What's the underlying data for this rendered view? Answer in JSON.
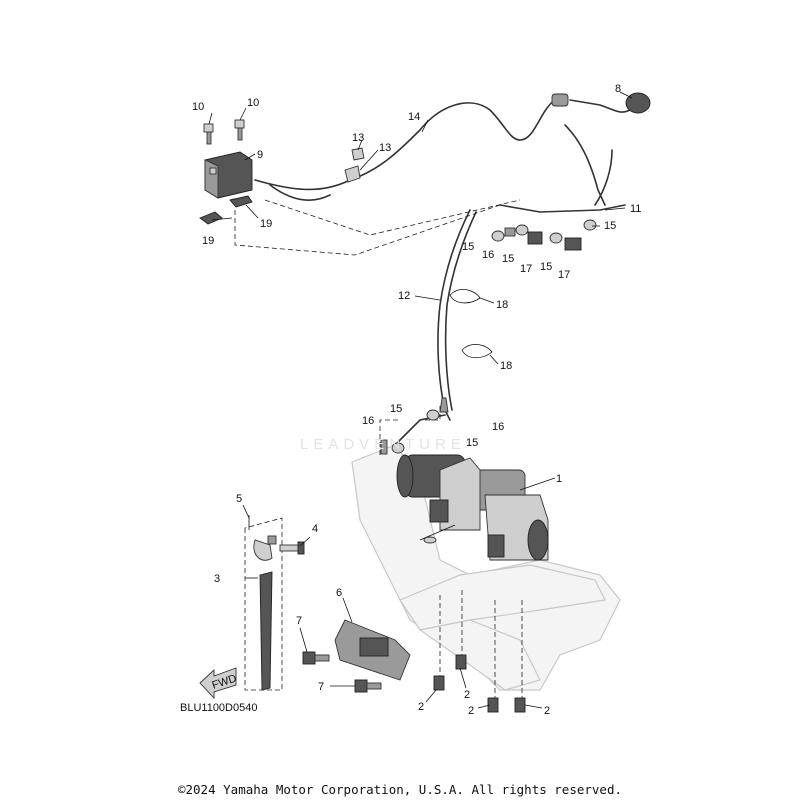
{
  "diagram_code": "BLU1100D0540",
  "copyright": "©2024 Yamaha Motor Corporation, U.S.A. All rights reserved.",
  "watermark": "LEADVENTURE",
  "fwd_label": "FWD",
  "callouts": {
    "c1": "1",
    "c2a": "2",
    "c2b": "2",
    "c2c": "2",
    "c2d": "2",
    "c3": "3",
    "c4": "4",
    "c5": "5",
    "c6": "6",
    "c7a": "7",
    "c7b": "7",
    "c8": "8",
    "c9": "9",
    "c10a": "10",
    "c10b": "10",
    "c11": "11",
    "c12": "12",
    "c13a": "13",
    "c13b": "13",
    "c14": "14",
    "c15a": "15",
    "c15b": "15",
    "c15c": "15",
    "c15d": "15",
    "c15e": "15",
    "c15f": "15",
    "c16a": "16",
    "c16b": "16",
    "c16c": "16",
    "c17a": "17",
    "c17b": "17",
    "c18a": "18",
    "c18b": "18",
    "c19a": "19",
    "c19b": "19"
  },
  "colors": {
    "line": "#111111",
    "part_fill": "#cfcfcf",
    "bumper": "#f4f4f4"
  }
}
